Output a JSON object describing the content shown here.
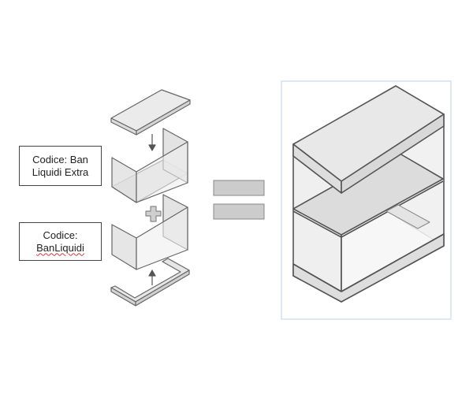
{
  "labels": {
    "upper_part": {
      "line1": "Codice: Ban",
      "line2": "Liquidi Extra"
    },
    "lower_part": {
      "line1": "Codice:",
      "line2": "BanLiquidi"
    }
  },
  "colors": {
    "panel_fill": "#e6e6e6",
    "stroke": "#666666",
    "equals_fill": "#cccccc",
    "frame_border": "#c8d8ea"
  }
}
